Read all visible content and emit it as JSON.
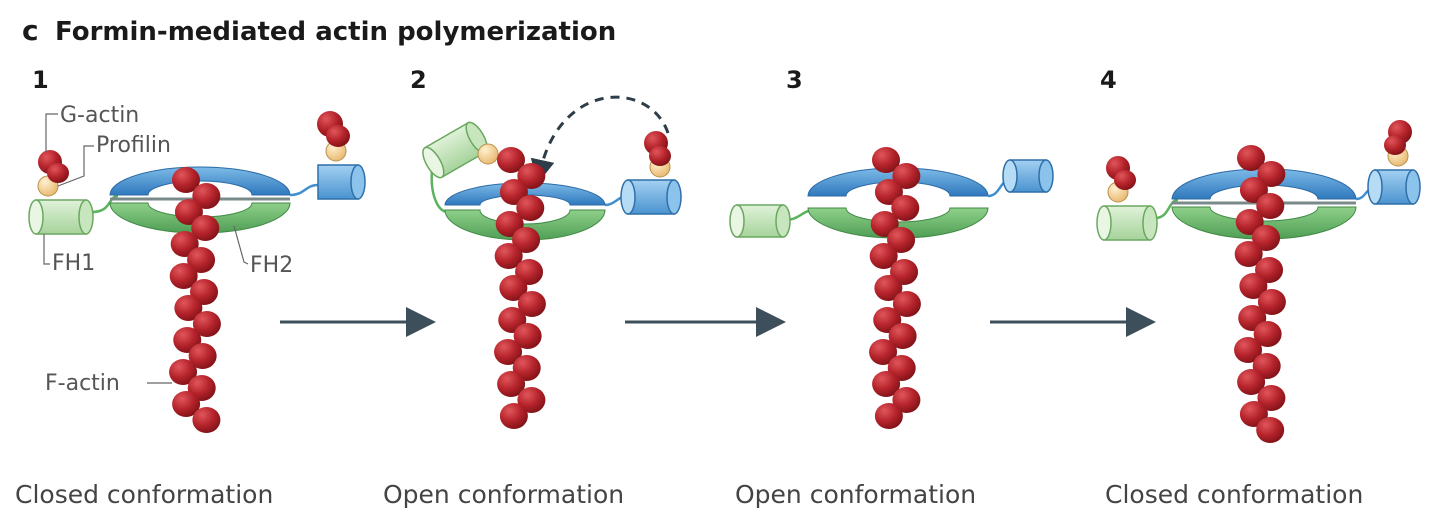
{
  "header": {
    "panel_letter": "c",
    "title": "Formin-mediated actin polymerization"
  },
  "steps": [
    {
      "number": "1",
      "caption": "Closed conformation"
    },
    {
      "number": "2",
      "caption": "Open conformation"
    },
    {
      "number": "3",
      "caption": "Open conformation"
    },
    {
      "number": "4",
      "caption": "Closed conformation"
    }
  ],
  "labels": {
    "g_actin": "G-actin",
    "profilin": "Profilin",
    "fh1": "FH1",
    "fh2": "FH2",
    "f_actin": "F-actin"
  },
  "colors": {
    "actin_red": "#b5232b",
    "actin_red_dark": "#7e1217",
    "profilin_yellow": "#f2c987",
    "fh1_green": "#b9deb0",
    "fh2_green": "#6fbf6f",
    "fh2_blue": "#3f8fd0",
    "cylinder_blue": "#6aaee0",
    "arrow_gray": "#3d4f5a"
  }
}
